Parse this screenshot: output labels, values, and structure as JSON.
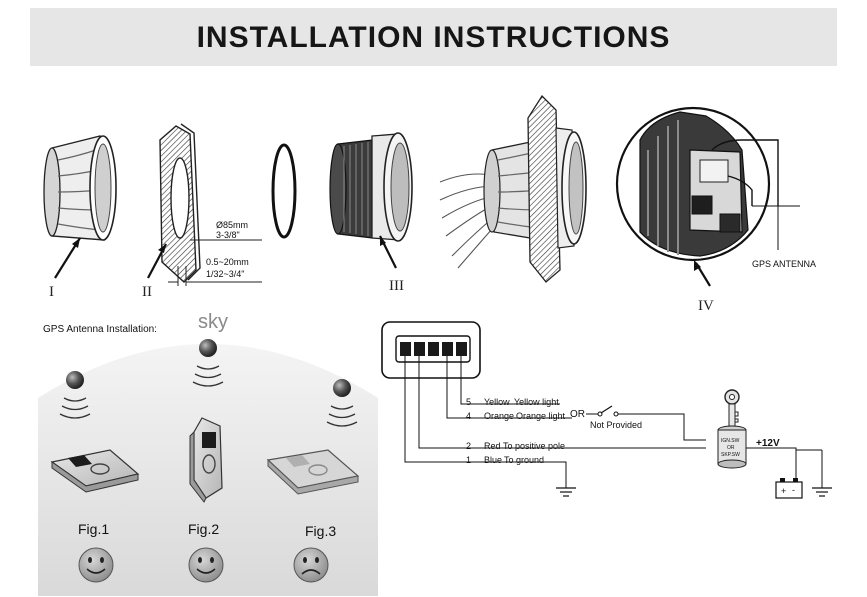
{
  "header": {
    "title": "INSTALLATION INSTRUCTIONS"
  },
  "parts": {
    "roman": [
      "I",
      "II",
      "III",
      "IV"
    ],
    "dim_diameter": "Ø85mm",
    "dim_diameter_in": "3-3/8\"",
    "dim_thickness": "0.5~20mm",
    "dim_thickness_in": "1/32~3/4\"",
    "gps_antenna_label": "GPS ANTENNA"
  },
  "gps_install": {
    "title": "GPS  Antenna Installation:",
    "sky": "sky",
    "figures": [
      {
        "label": "Fig.1",
        "mood": "happy"
      },
      {
        "label": "Fig.2",
        "mood": "happy"
      },
      {
        "label": "Fig.3",
        "mood": "sad"
      }
    ]
  },
  "wiring": {
    "wires": [
      {
        "pin": "5",
        "color": "Yellow",
        "function": "Yellow light"
      },
      {
        "pin": "4",
        "color": "Orange",
        "function": "Orange light"
      },
      {
        "pin": "2",
        "color": "Red",
        "function": "To positive pole"
      },
      {
        "pin": "1",
        "color": "Blue",
        "function": "To ground"
      }
    ],
    "or_label": "OR",
    "not_provided": "Not Provided",
    "voltage": "+12V",
    "ignition": [
      "IGN.SW",
      "OR",
      "SKP.SW"
    ]
  }
}
